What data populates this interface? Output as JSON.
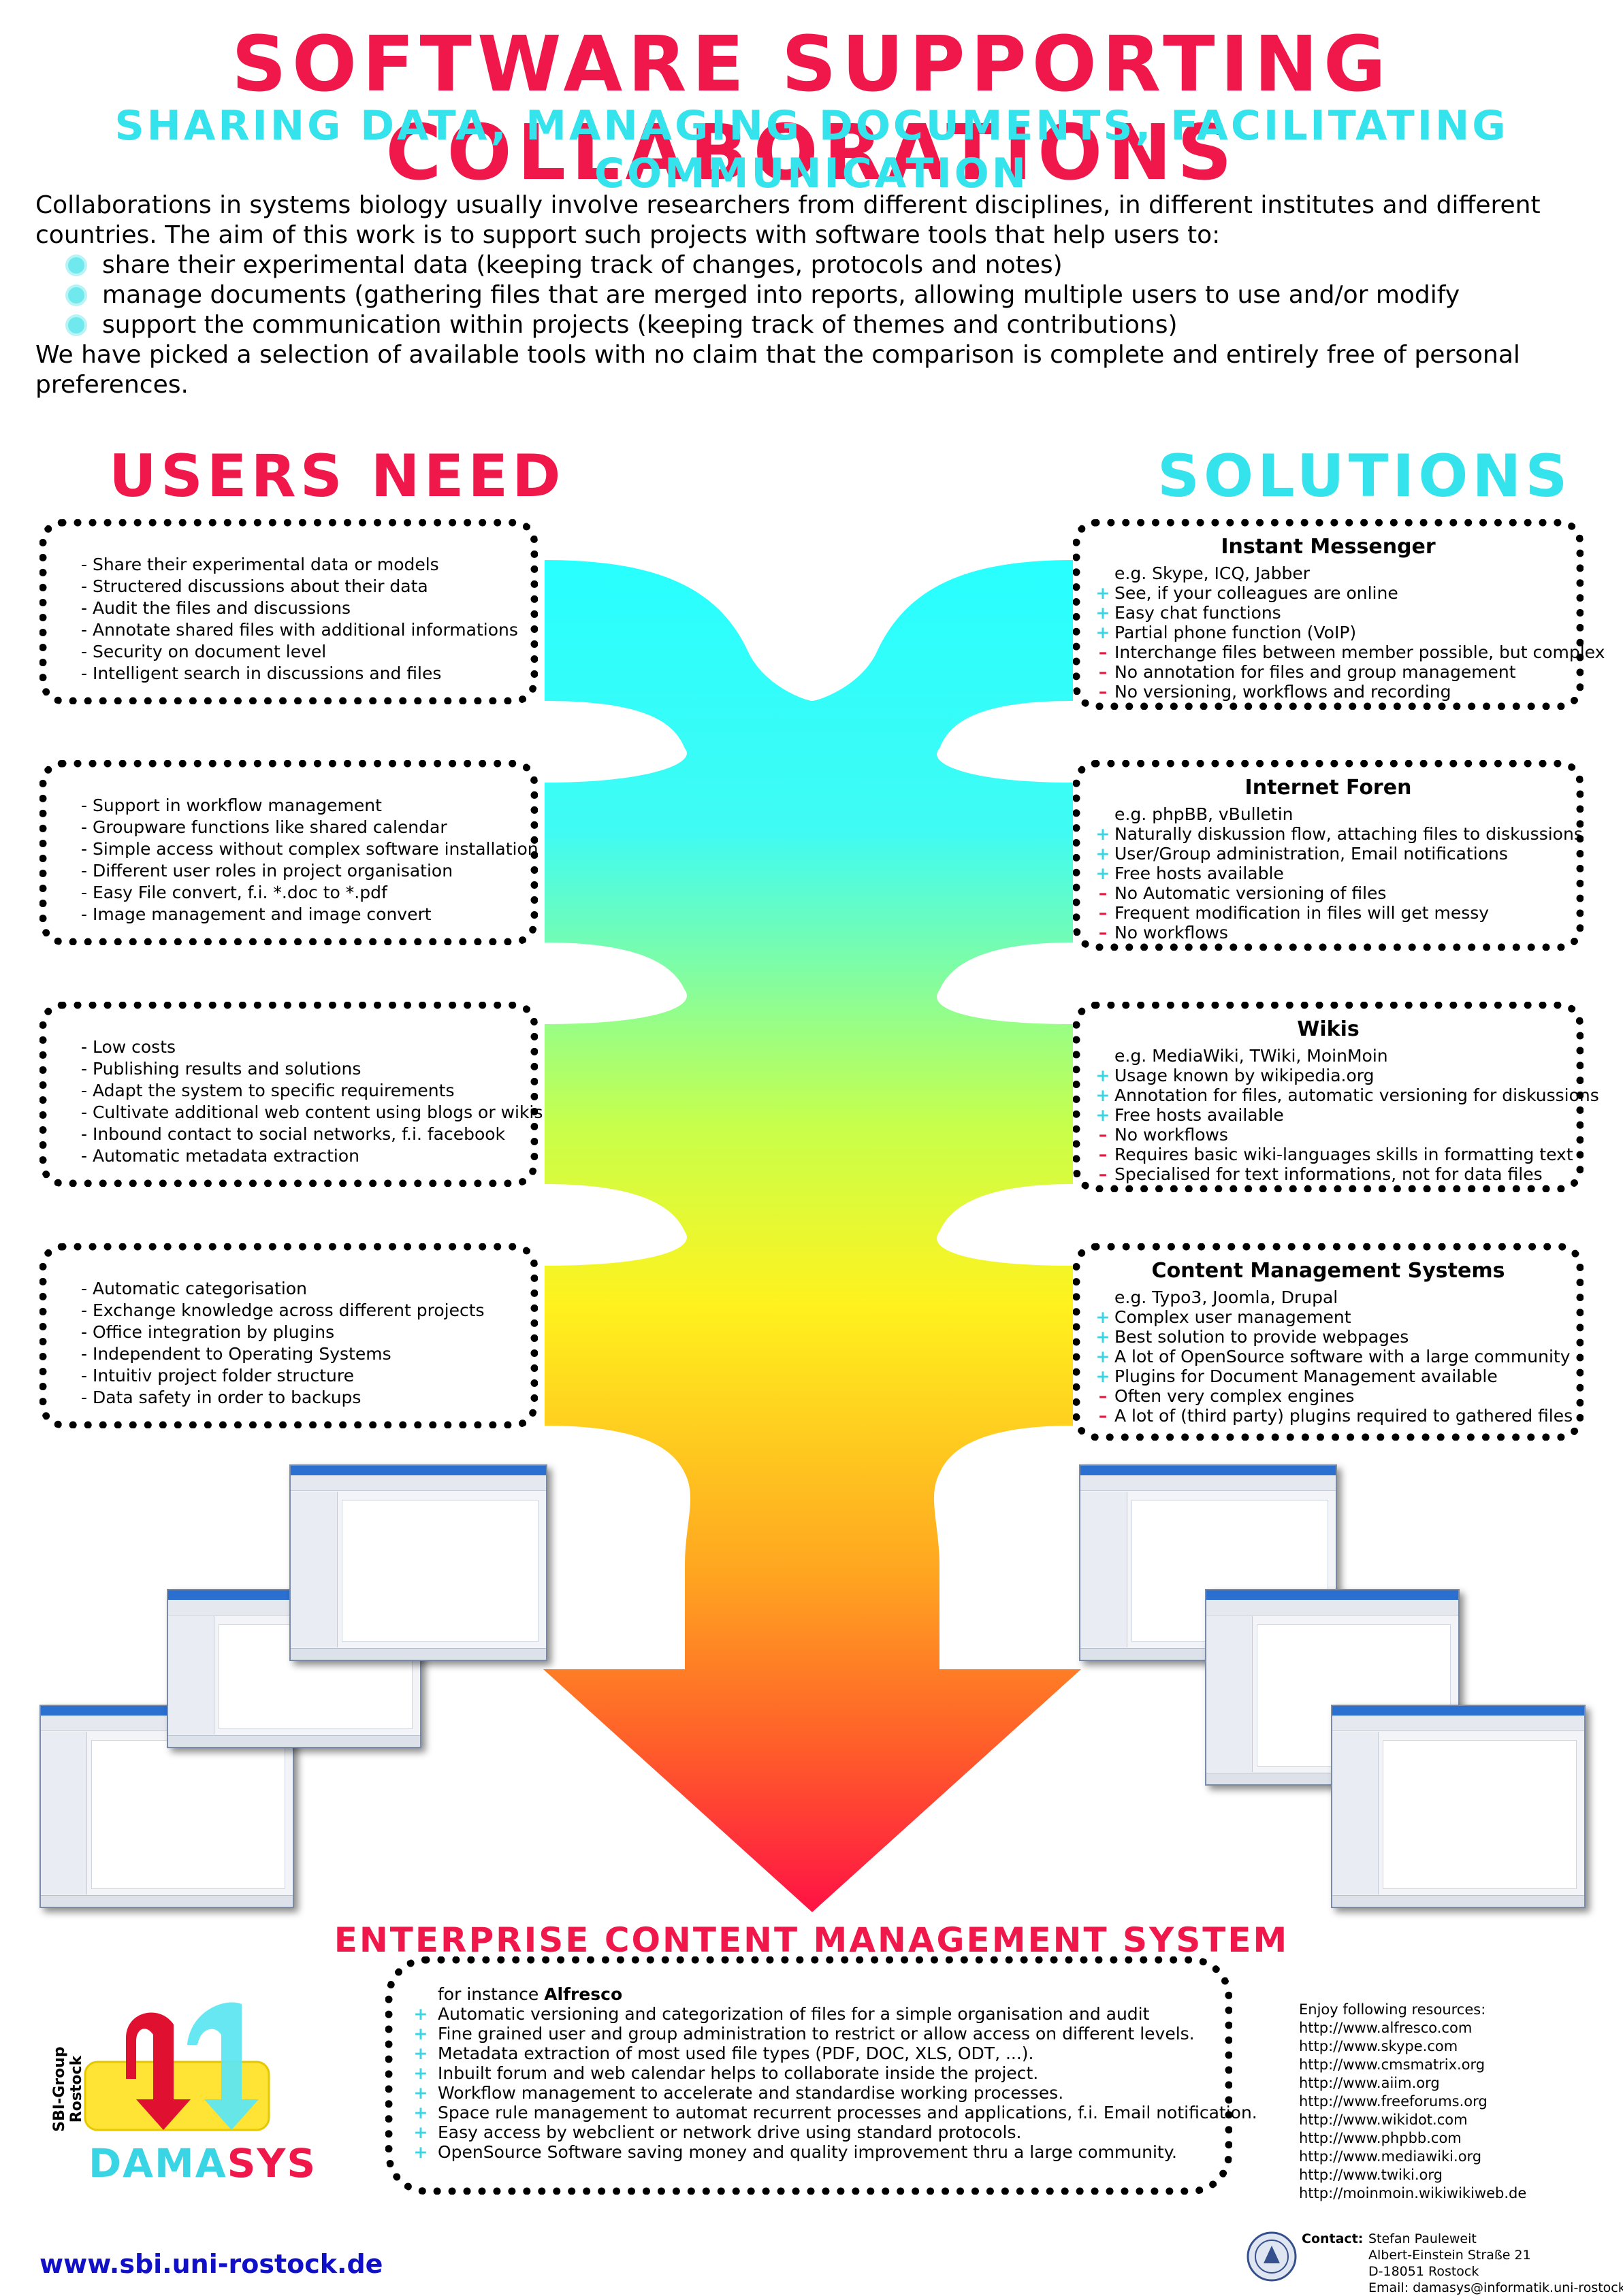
{
  "header": {
    "title": "SOFTWARE SUPPORTING COLLABORATIONS",
    "subtitle": "SHARING DATA, MANAGING DOCUMENTS, FACILITATING COMMUNICATION"
  },
  "intro": {
    "lead": "Collaborations in systems biology usually involve researchers from different disciplines, in different institutes and different countries. The aim of this work is to support such projects with software tools that help users to:",
    "bullets": [
      "share their experimental data (keeping track of changes, protocols and notes)",
      "manage documents (gathering files that are merged into reports, allowing multiple users to use and/or modify",
      "support the communication within projects (keeping track of themes and contributions)"
    ],
    "closing": "We have picked a selection of available tools with no claim that the comparison is complete and entirely free of personal preferences."
  },
  "headings": {
    "users_need": "USERS NEED",
    "solutions": "SOLUTIONS"
  },
  "needs": [
    [
      "- Share their experimental data or models",
      "- Structered discussions about their data",
      "- Audit the files and discussions",
      "- Annotate shared files with additional informations",
      "- Security on document level",
      "- Intelligent search in discussions and files"
    ],
    [
      "- Support in workflow management",
      "- Groupware functions like shared calendar",
      "- Simple access without complex software installation",
      "- Different user roles in project organisation",
      "- Easy File convert, f.i. *.doc to *.pdf",
      "- Image management and image convert"
    ],
    [
      "- Low costs",
      "- Publishing results and solutions",
      "- Adapt the system to specific requirements",
      "- Cultivate additional web content using blogs or wikis",
      "- Inbound contact to social networks, f.i. facebook",
      "- Automatic metadata extraction"
    ],
    [
      "- Automatic categorisation",
      "- Exchange knowledge across different projects",
      "- Office integration by plugins",
      "- Independent to Operating Systems",
      "- Intuitiv project folder structure",
      "- Data safety in order to backups"
    ]
  ],
  "solutions": [
    {
      "title": "Instant Messenger",
      "example": "e.g. Skype, ICQ, Jabber",
      "pros": [
        "See, if your colleagues are online",
        "Easy chat functions",
        "Partial phone function (VoIP)"
      ],
      "cons": [
        "Interchange files between member possible, but complex",
        "No annotation for files and group management",
        "No versioning, workflows and recording"
      ]
    },
    {
      "title": "Internet Foren",
      "example": "e.g. phpBB, vBulletin",
      "pros": [
        "Naturally diskussion flow, attaching files to diskussions",
        "User/Group administration, Email notifications",
        "Free hosts available"
      ],
      "cons": [
        "No Automatic versioning of files",
        "Frequent modification in files will get messy",
        "No workflows"
      ]
    },
    {
      "title": "Wikis",
      "example": "e.g. MediaWiki, TWiki, MoinMoin",
      "pros": [
        "Usage known by wikipedia.org",
        "Annotation for files, automatic versioning for diskussions",
        "Free hosts available"
      ],
      "cons": [
        "No workflows",
        "Requires basic wiki-languages skills in formatting text",
        "Specialised for text informations, not for data files"
      ]
    },
    {
      "title": "Content Management Systems",
      "example": "e.g. Typo3, Joomla, Drupal",
      "pros": [
        "Complex user management",
        "Best solution to provide webpages",
        "A lot of OpenSource software with a large community",
        "Plugins for Document Management available"
      ],
      "cons": [
        "Often very complex engines",
        "A lot of (third party) plugins required to gathered files"
      ]
    }
  ],
  "ecm": {
    "title": "ENTERPRISE CONTENT MANAGEMENT SYSTEM",
    "lead": "for instance ",
    "lead_bold": "Alfresco",
    "items": [
      "Automatic versioning and categorization of files for a simple organisation and audit",
      "Fine grained user and group administration to restrict or allow access on different levels.",
      "Metadata extraction of most used file types (PDF, DOC, XLS, ODT, ...).",
      "Inbuilt forum and web calendar helps to collaborate inside the project.",
      "Workflow management to accelerate and standardise working processes.",
      "Space rule management to automat recurrent processes and applications, f.i. Email notification.",
      "Easy access by webclient or network drive using standard protocols.",
      "OpenSource Software  saving money and quality improvement thru a large community."
    ]
  },
  "resources": {
    "heading": "Enjoy following resources:",
    "links": [
      "http://www.alfresco.com",
      "http://www.skype.com",
      "http://www.cmsmatrix.org",
      "http://www.aiim.org",
      "http://www.freeforums.org",
      "http://www.wikidot.com",
      "http://www.phpbb.com",
      "http://www.mediawiki.org",
      "http://www.twiki.org",
      "http://moinmoin.wikiwikiweb.de"
    ]
  },
  "contact": {
    "label": "Contact:",
    "lines": [
      "Stefan Pauleweit",
      "Albert-Einstein Straße 21",
      "D-18051 Rostock",
      "Email: damasys@informatik.uni-rostock.de"
    ]
  },
  "logo": {
    "group": "SBI-Group Rostock",
    "name_part1": "DAMA",
    "name_part2": "SYS"
  },
  "website": "www.sbi.uni-rostock.de",
  "markers": {
    "plus": "+",
    "minus": "–"
  },
  "colors": {
    "title": "#f0184a",
    "subtitle": "#35e3ec",
    "plus": "#39d5e4",
    "minus": "#e8173f",
    "link": "#1010c8"
  }
}
